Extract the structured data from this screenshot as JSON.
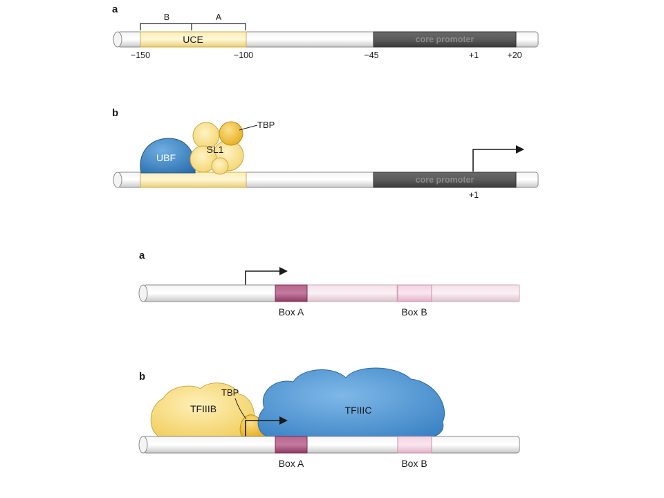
{
  "figure1": {
    "panel_a": {
      "letter": "a",
      "region_b": "B",
      "region_a": "A",
      "uce": "UCE",
      "core_promoter": "core promoter",
      "ticks": [
        "−150",
        "−100",
        "−45",
        "+1",
        "+20"
      ]
    },
    "panel_b": {
      "letter": "b",
      "ubf": "UBF",
      "sl1": "SL1",
      "tbp": "TBP",
      "core_promoter": "core promoter",
      "plus_one": "+1"
    }
  },
  "figure2": {
    "panel_a": {
      "letter": "a",
      "box_a": "Box A",
      "box_b": "Box B"
    },
    "panel_b": {
      "letter": "b",
      "tfiiib": "TFIIIB",
      "tbp": "TBP",
      "tfiiic": "TFIIIC",
      "box_a": "Box A",
      "box_b": "Box B"
    }
  },
  "colors": {
    "dna": "#e6e6e6",
    "uce": "#f7e39a",
    "core": "#505050",
    "ubf": "#3f86c6",
    "sl1": "#f8e08a",
    "tbp": "#f2c23a",
    "box_a": "#a94a78",
    "box_b": "#eec2d6",
    "tfiiic": "#4d98d6",
    "tfiiib": "#f7dc80"
  }
}
